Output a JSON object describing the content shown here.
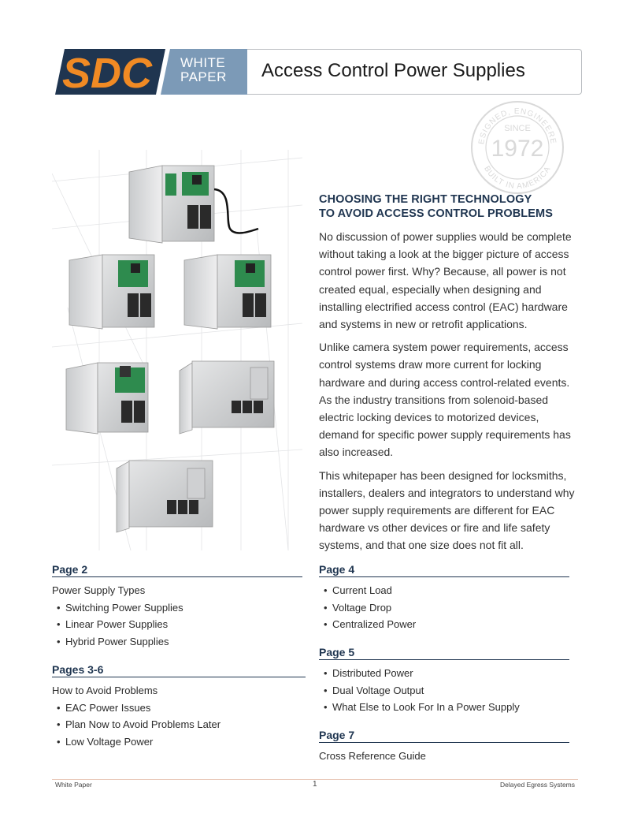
{
  "header": {
    "logo_text": "SDC",
    "tab_line1": "WHITE",
    "tab_line2": "PAPER",
    "title": "Access Control Power Supplies"
  },
  "seal": {
    "top_text": "DESIGNED, ENGINEERED",
    "since": "SINCE",
    "year": "1972",
    "bottom_text": "BUILT IN AMERICA"
  },
  "article": {
    "heading_line1": "CHOOSING THE RIGHT TECHNOLOGY",
    "heading_line2": "TO AVOID ACCESS CONTROL PROBLEMS",
    "paragraphs": [
      "No discussion of power supplies would be complete without taking a look at the bigger picture of access control power first. Why? Because, all power is not created equal, especially when designing and installing electrified access control (EAC) hardware and systems in new or retrofit applications.",
      "Unlike camera system power requirements, access control systems draw more current for locking hardware and during access control-related events. As the industry transitions from solenoid-based electric locking devices to motorized devices, demand for specific power supply requirements has also increased.",
      "This whitepaper has been designed for locksmiths, installers, dealers and integrators to understand why power supply requirements are different for EAC hardware vs other devices or fire and life safety systems, and that one size does not fit all."
    ]
  },
  "toc": {
    "page2": {
      "heading": "Page 2",
      "sub": "Power Supply Types",
      "items": [
        "Switching Power Supplies",
        "Linear Power Supplies",
        "Hybrid Power Supplies"
      ]
    },
    "pages36": {
      "heading": "Pages 3-6",
      "sub": "How to Avoid Problems",
      "items": [
        "EAC Power Issues",
        "Plan Now to Avoid Problems Later",
        "Low Voltage Power"
      ]
    },
    "page4": {
      "heading": "Page 4",
      "items": [
        "Current Load",
        "Voltage Drop",
        "Centralized Power"
      ]
    },
    "page5": {
      "heading": "Page 5",
      "items": [
        "Distributed Power",
        "Dual Voltage Output",
        "What Else to Look For In a Power Supply"
      ]
    },
    "page7": {
      "heading": "Page 7",
      "sub": "Cross Reference Guide"
    }
  },
  "footer": {
    "left": "White Paper",
    "center": "1",
    "right": "Delayed Egress Systems"
  },
  "colors": {
    "navy": "#1f3550",
    "orange": "#f08a24",
    "tab_blue": "#7c9ab7"
  }
}
